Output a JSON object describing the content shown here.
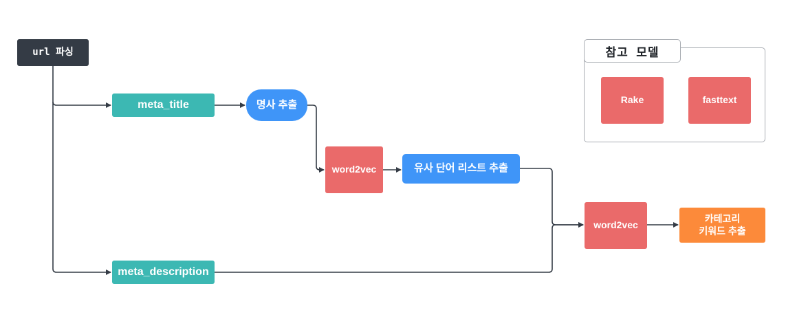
{
  "nodes": {
    "url_parse": "url 파싱",
    "meta_title": "meta_title",
    "noun_extract": "명사 추출",
    "word2vec_1": "word2vec",
    "similar_words": "유사 단어 리스트 추출",
    "word2vec_2": "word2vec",
    "category_keyword_line1": "카테고리",
    "category_keyword_line2": "키워드 추출",
    "meta_description": "meta_description"
  },
  "reference_models": {
    "title": "참고  모델",
    "models": [
      "Rake",
      "fasttext"
    ]
  },
  "colors": {
    "dark": "#343b45",
    "teal": "#3cb8b3",
    "blue": "#3f95f8",
    "red": "#ea6a6a",
    "orange": "#fc8a3a",
    "connector": "#343b45"
  }
}
